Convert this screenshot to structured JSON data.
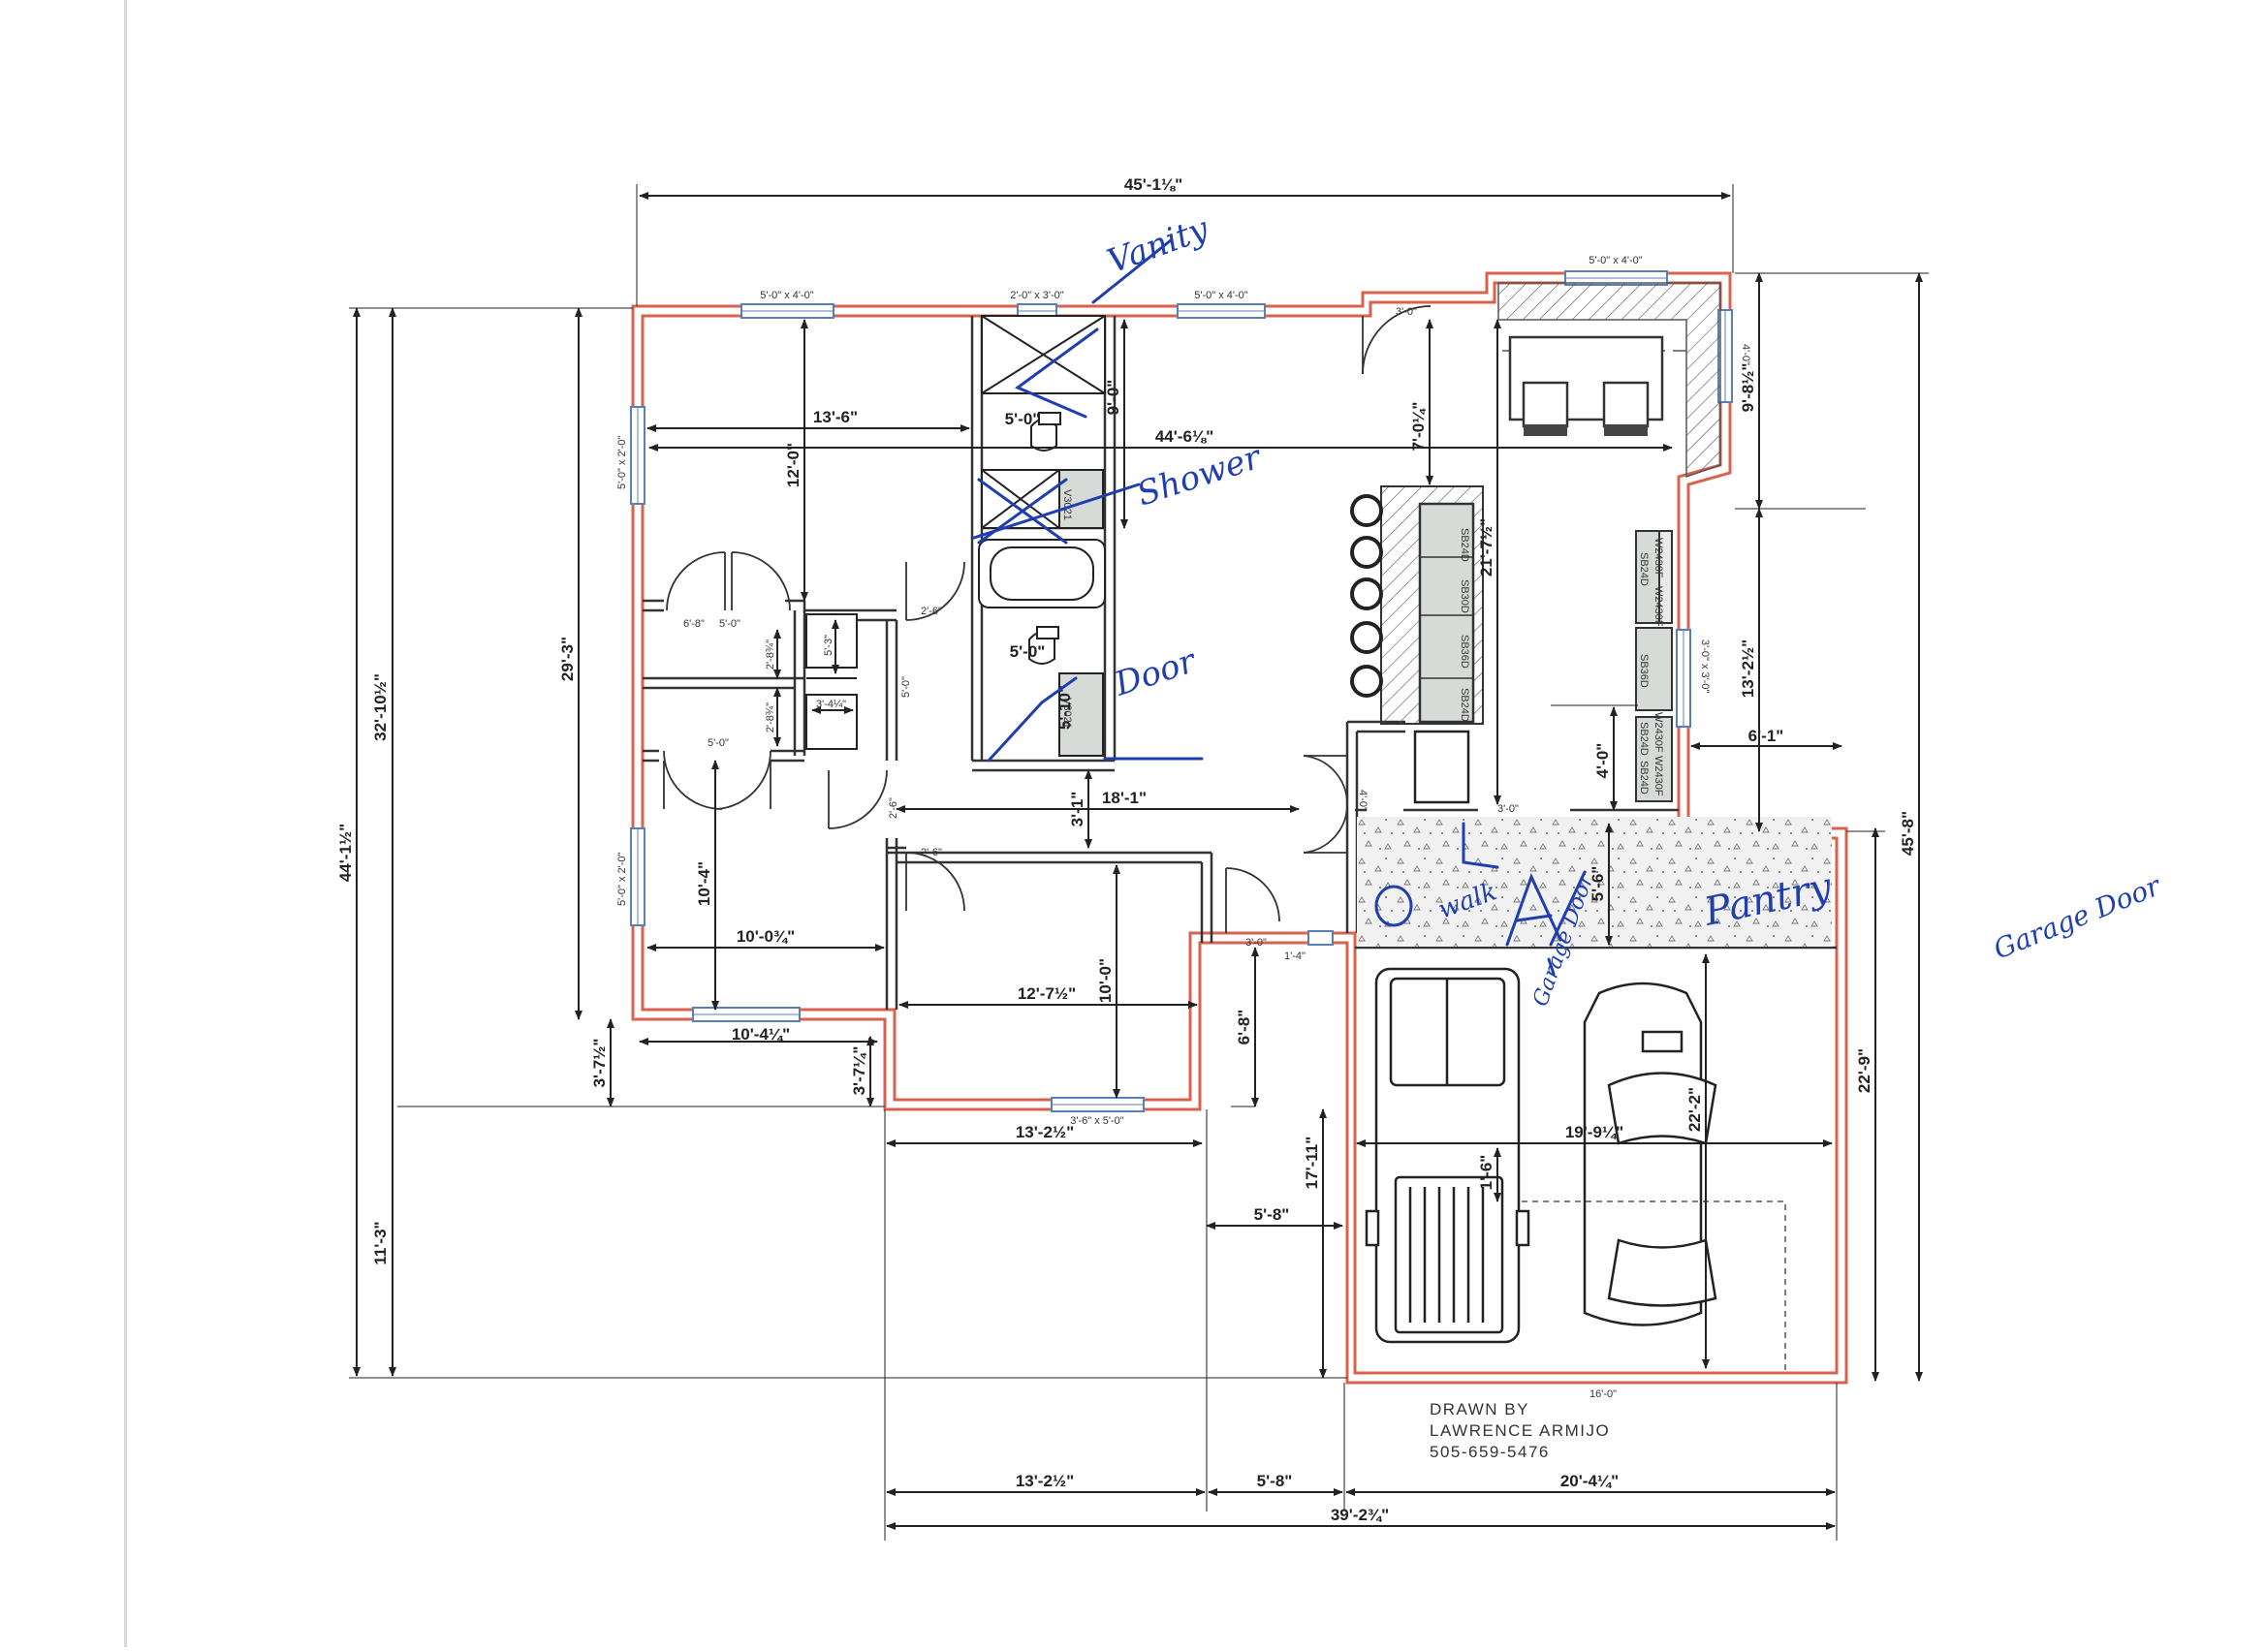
{
  "colors": {
    "wall": "#d9624f",
    "ink": "#222222",
    "note": "#1f3fb0",
    "window": "#5a7fb5"
  },
  "overall_dims": {
    "top_width": "45'-1⅛\"",
    "interior_width": "44'-6⅛\"",
    "left_outer": "44'-1½\"",
    "left_mid": "32'-10½\"",
    "left_inner": "29'-3\"",
    "left_lower": "11'-3\"",
    "right_outer": "45'-8\"",
    "right_garage": "22'-9\"",
    "right_top": "9'-8½\"",
    "right_mid": "13'-2½\"",
    "bottom_total": "39'-2¾\"",
    "bottom_seg_1": "13'-2½\"",
    "bottom_seg_2": "5'-8\"",
    "bottom_seg_3": "20'-4¼\""
  },
  "room_dims": {
    "bedroom1_width": "13'-6\"",
    "bedroom1_depth": "12'-0\"",
    "bath_depth": "9'-0\"",
    "bath_width": "5'-0\"",
    "bath2_width": "5'-0\"",
    "bath2_depth": "5'-10\"",
    "hall_width": "18'-1\"",
    "hall_offset": "3'-1\"",
    "bedroom2_depth": "10'-4\"",
    "bedroom2_width": "10'-0¾\"",
    "bedroom2_bottom": "10'-4¼\"",
    "bedroom3_width": "12'-7½\"",
    "bedroom3_depth": "10'-0\"",
    "bedroom3_bottom": "13'-2½\"",
    "kitchen_top": "7'-0¼\"",
    "kitchen_depth": "21'-7½\"",
    "pantry_gap": "4'-0\"",
    "right_offset": "6'-1\"",
    "laundry_depth": "5'-6\"",
    "garage_width": "19'-9¼\"",
    "garage_depth": "22'-2\"",
    "side_depth": "17'-11\"",
    "side_width": "5'-8\"",
    "small_depth": "6'-8\"",
    "bump_left_a": "3'-7½\"",
    "bump_left_b": "3'-7¼\"",
    "closet_a": "6'-8\"",
    "closet_b": "5'-0\"",
    "closet_c": "2'-8¾\"",
    "closet_d": "3'-4¼\"",
    "closet_e": "5'-3\"",
    "closet_f": "2'-8¾\"",
    "closet_g": "5'-0\"",
    "garage_inner": "1'-6\"",
    "storage_gap": "1'-4\""
  },
  "callouts": {
    "win_top_1": "5'-0\" x 4'-0\"",
    "win_top_2": "2'-0\" x 3'-0\"",
    "win_top_3": "5'-0\" x 4'-0\"",
    "win_top_4": "5'-0\" x 4'-0\"",
    "win_left_1": "5'-0\" x 2'-0\"",
    "win_left_2": "5'-0\" x 2'-0\"",
    "win_bottom": "3'-6\" x 5'-0\"",
    "win_right_1": "4'-0\"",
    "win_right_2": "3'-0\" x 3'-0\"",
    "door_top": "3'-0\"",
    "door_hall_1": "2'-6\"",
    "door_hall_2": "2'-6\"",
    "door_hall_3": "2'-6\"",
    "door_bed": "2'-6\"",
    "door_closet": "5'-0\"",
    "door_side": "4'-0\"",
    "door_laundry": "3'-0\"",
    "door_storage": "3'-0\"",
    "door_ext": "3'-0\"",
    "garage_door": "16'-0\"",
    "cab_1": "SB24D",
    "cab_2": "SB30D",
    "cab_3": "SB36D",
    "cab_4": "SB24D",
    "cab_5": "W2430F",
    "cab_6": "SB24D",
    "cab_7": "W2430F",
    "cab_8": "SB36D",
    "cab_9": "SB24D",
    "cab_10": "W2430F",
    "cab_11": "SB24D",
    "cab_12": "W2430F",
    "vanity_cab_1": "V3021",
    "vanity_cab_2": "V3021"
  },
  "notes": {
    "vanity": "Vanity",
    "shower": "Shower",
    "door": "Door",
    "walk_in": "walk",
    "pantry": "Pantry",
    "garage_door_left": "Garage Door",
    "garage_door_right": "Garage Door"
  },
  "credit": {
    "line1": "DRAWN BY",
    "line2": "LAWRENCE ARMIJO",
    "line3": "505-659-5476"
  }
}
